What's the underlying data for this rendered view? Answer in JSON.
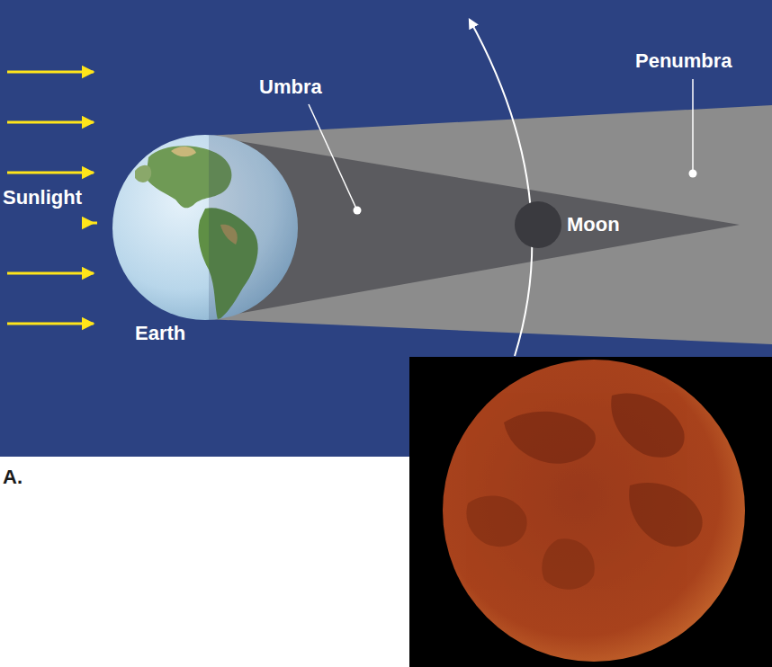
{
  "diagram": {
    "labels": [
      "Umbra",
      "Penumbra",
      "Sunlight",
      "Moon",
      "Earth",
      "A."
    ]
  }
}
